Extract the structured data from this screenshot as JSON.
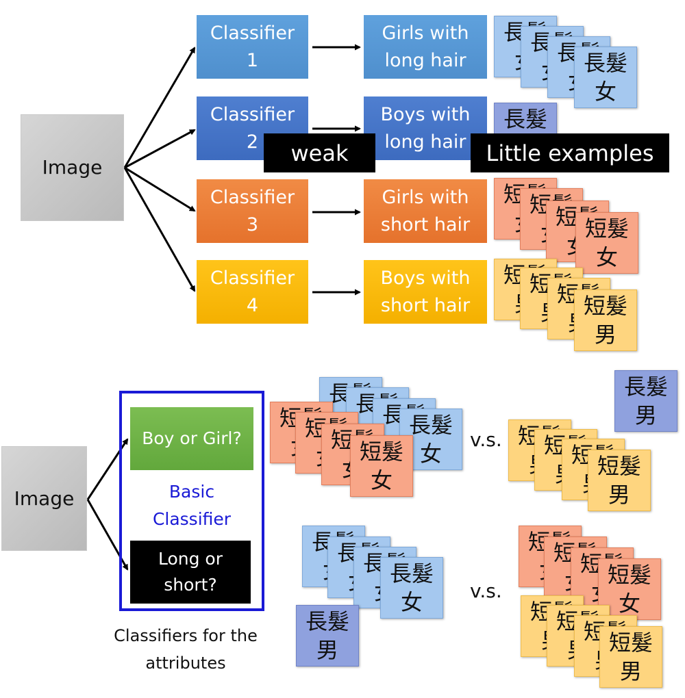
{
  "top": {
    "image_label": "Image",
    "classifiers": [
      "Classifier\n1",
      "Classifier\n2",
      "Classifier\n3",
      "Classifier\n4"
    ],
    "targets": [
      "Girls with\nlong hair",
      "Boys with\nlong hair",
      "Girls with\nshort hair",
      "Boys with\nshort hair"
    ],
    "overlay_weak": "weak",
    "overlay_little": "Little examples"
  },
  "bottom": {
    "image_label": "Image",
    "boy_girl": "Boy or Girl?",
    "basic_classifier": "Basic\nClassifier",
    "long_short": "Long or\nshort?",
    "caption": "Classifiers for the\nattributes",
    "vs": "v.s."
  },
  "card_labels": {
    "long_girl": "長髮\n女",
    "long_boy": "長髮\n男",
    "short_girl": "短髮\n女",
    "short_boy": "短髮\n男"
  },
  "colors": {
    "long_girl": "#a5c8ef",
    "long_boy": "#8fa1de",
    "short_girl": "#f8a688",
    "short_boy": "#fed57f",
    "basic_classifier_text": "#1a1ad6",
    "frame": "#1a1ad6"
  }
}
